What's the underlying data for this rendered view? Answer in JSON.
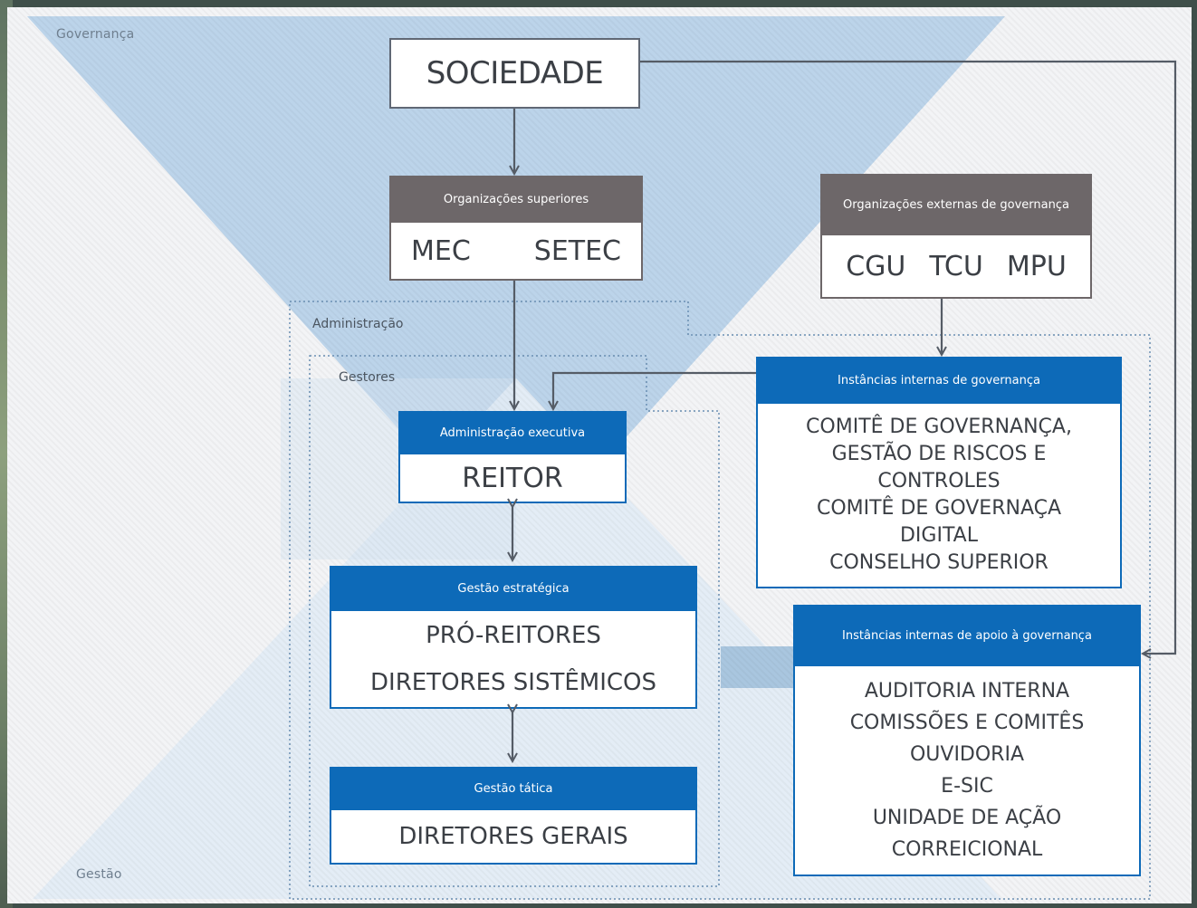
{
  "regions": {
    "governanca": "Governança",
    "gestao": "Gestão",
    "administracao": "Administração",
    "gestores": "Gestores"
  },
  "sociedade": {
    "label": "SOCIEDADE"
  },
  "org_superiores": {
    "header": "Organizações superiores",
    "items": [
      "MEC",
      "SETEC"
    ]
  },
  "org_externas": {
    "header": "Organizações externas de governança",
    "items": [
      "CGU",
      "TCU",
      "MPU"
    ]
  },
  "instancias_internas": {
    "header": "Instâncias internas de governança",
    "lines": [
      "COMITÊ DE GOVERNANÇA,",
      "GESTÃO DE RISCOS E",
      "CONTROLES",
      "COMITÊ DE GOVERNAÇA",
      "DIGITAL",
      "CONSELHO SUPERIOR"
    ]
  },
  "admin_executiva": {
    "header": "Administração executiva",
    "body": "REITOR"
  },
  "gestao_estrategica": {
    "header": "Gestão estratégica",
    "lines": [
      "PRÓ-REITORES",
      "DIRETORES SISTÊMICOS"
    ]
  },
  "gestao_tatica": {
    "header": "Gestão tática",
    "body": "DIRETORES GERAIS"
  },
  "instancias_apoio": {
    "header": "Instâncias internas de apoio à governança",
    "lines": [
      "AUDITORIA INTERNA",
      "COMISSÕES E COMITÊS",
      "OUVIDORIA",
      "E-SIC",
      "UNIDADE DE AÇÃO",
      "CORREICIONAL"
    ]
  },
  "colors": {
    "header_blue": "#0d6ab8",
    "header_grey": "#6d6769",
    "triangle_blue": "#bcd4ea",
    "border": "#606875"
  }
}
